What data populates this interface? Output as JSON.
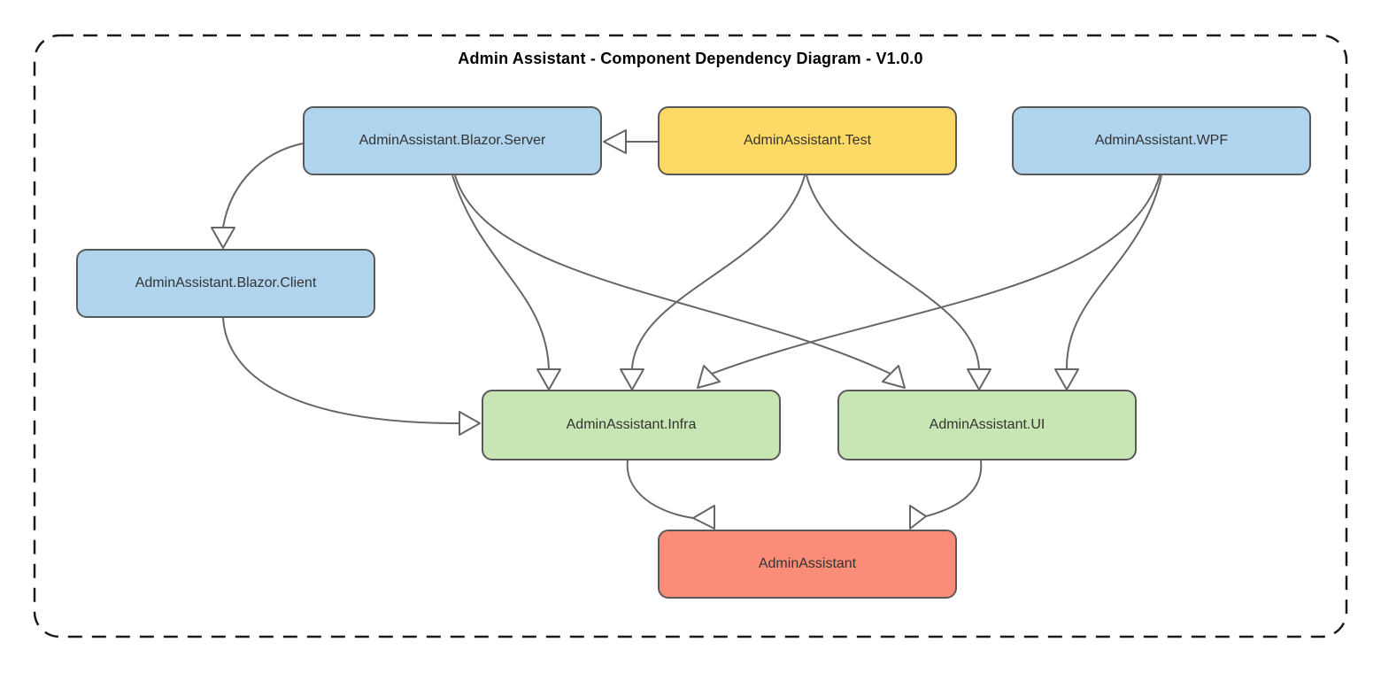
{
  "title": "Admin Assistant - Component Dependency Diagram - V1.0.0",
  "colors": {
    "frame_border": "#1A1A1A",
    "node_border": "#595959",
    "edge_line": "#666666",
    "node_text": "#333333",
    "blue_fill": "#B0D4EE",
    "yellow_fill": "#FFD966",
    "green_fill": "#C8E6B4",
    "red_fill": "#FA8C78"
  },
  "diagram": {
    "nodes": [
      {
        "id": "blazor-server",
        "label": "AdminAssistant.Blazor.Server",
        "fill": "#B0D4EE"
      },
      {
        "id": "test",
        "label": "AdminAssistant.Test",
        "fill": "#FFD966"
      },
      {
        "id": "wpf",
        "label": "AdminAssistant.WPF",
        "fill": "#B0D4EE"
      },
      {
        "id": "blazor-client",
        "label": "AdminAssistant.Blazor.Client",
        "fill": "#B0D4EE"
      },
      {
        "id": "infra",
        "label": "AdminAssistant.Infra",
        "fill": "#C8E6B4"
      },
      {
        "id": "ui",
        "label": "AdminAssistant.UI",
        "fill": "#C8E6B4"
      },
      {
        "id": "admin",
        "label": "AdminAssistant",
        "fill": "#FA8C78"
      }
    ],
    "edges": [
      {
        "from": "AdminAssistant.Test",
        "to": "AdminAssistant.Blazor.Server"
      },
      {
        "from": "AdminAssistant.Blazor.Server",
        "to": "AdminAssistant.Blazor.Client"
      },
      {
        "from": "AdminAssistant.Blazor.Client",
        "to": "AdminAssistant.Infra"
      },
      {
        "from": "AdminAssistant.Blazor.Server",
        "to": "AdminAssistant.Infra"
      },
      {
        "from": "AdminAssistant.Blazor.Server",
        "to": "AdminAssistant.UI"
      },
      {
        "from": "AdminAssistant.Test",
        "to": "AdminAssistant.Infra"
      },
      {
        "from": "AdminAssistant.Test",
        "to": "AdminAssistant.UI"
      },
      {
        "from": "AdminAssistant.WPF",
        "to": "AdminAssistant.Infra"
      },
      {
        "from": "AdminAssistant.WPF",
        "to": "AdminAssistant.UI"
      },
      {
        "from": "AdminAssistant.Infra",
        "to": "AdminAssistant"
      },
      {
        "from": "AdminAssistant.UI",
        "to": "AdminAssistant"
      }
    ]
  }
}
